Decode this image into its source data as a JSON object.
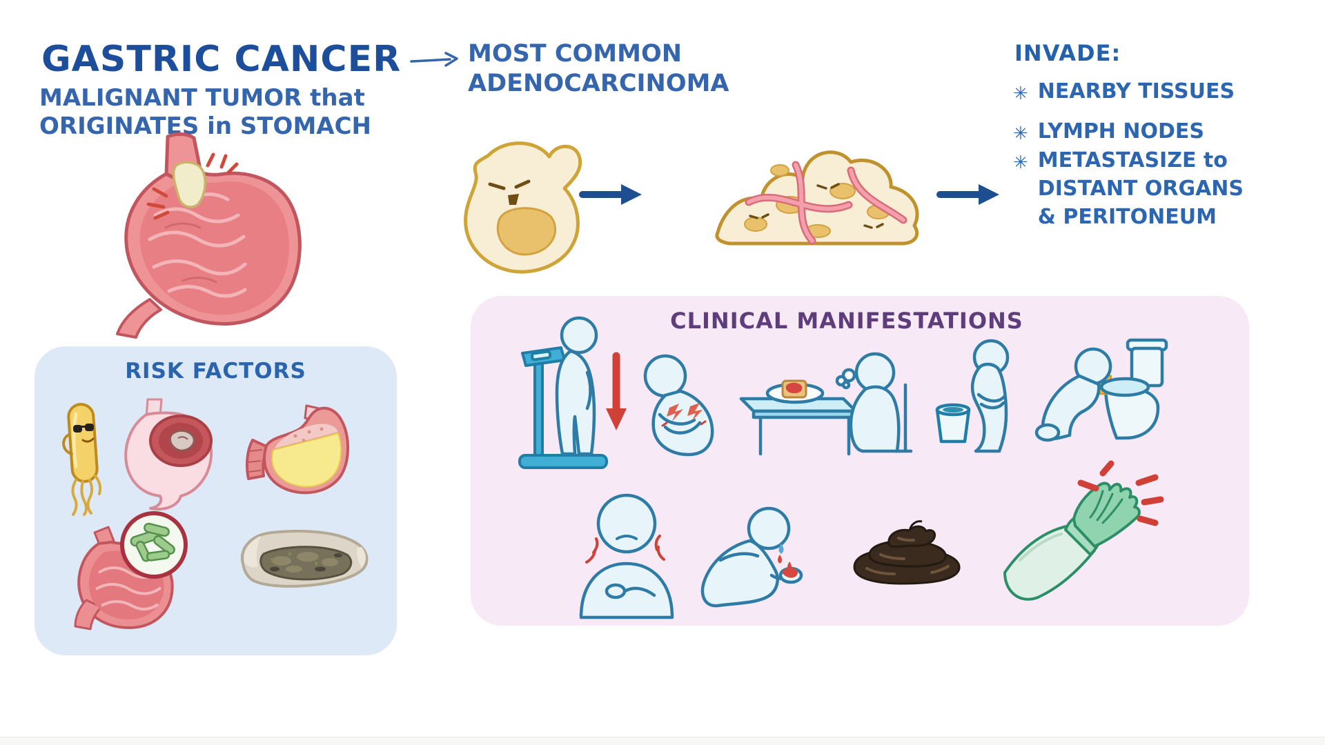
{
  "header": {
    "title": "GASTRIC CANCER",
    "subtitle": "MALIGNANT TUMOR that\nORIGINATES in STOMACH",
    "arrow_note": "MOST COMMON\nADENOCARCINOMA"
  },
  "invade": {
    "heading": "INVADE:",
    "bullet": "✳",
    "items": [
      "NEARBY TISSUES",
      "LYMPH NODES",
      "METASTASIZE to\nDISTANT ORGANS\n& PERITONEUM"
    ]
  },
  "risk_factors": {
    "title": "RISK FACTORS",
    "items": [
      "helicobacter-pylori-bacterium",
      "stomach-chronic-gastritis-ulcer",
      "stomach-bile-reflux",
      "stomach-bacterial-overgrowth",
      "intestinal-metaplasia-bowel"
    ]
  },
  "clinical_manifestations": {
    "title": "CLINICAL MANIFESTATIONS",
    "items": [
      "weight-loss-scale",
      "abdominal-pain",
      "early-satiety-loss-of-appetite",
      "nausea-bucket",
      "vomiting-toilet",
      "neck-throat-pain",
      "hematemesis-vomiting-blood",
      "melena-dark-stool",
      "gloved-hand-exam"
    ]
  },
  "colors": {
    "title_blue": "#1c4e9c",
    "text_blue": "#3465ad",
    "invade_blue": "#2461ac",
    "risk_panel_bg": "#dde9f7",
    "risk_title": "#2a64ad",
    "clinical_panel_bg": "#f8e9f7",
    "clinical_title": "#5e3d7d",
    "figure_fill": "#e7f5fb",
    "figure_stroke": "#2e7ca6",
    "alert_red": "#cf4136",
    "cancer_cell_fill": "#f8eed6",
    "cancer_cell_stroke": "#cfa437",
    "stomach_red": "#ec8f92",
    "vessel_pink": "#f2a0ac",
    "glove_green": "#8fd4ae",
    "stool_brown": "#3a2b1e",
    "arrow_navy": "#1d4e8f"
  }
}
